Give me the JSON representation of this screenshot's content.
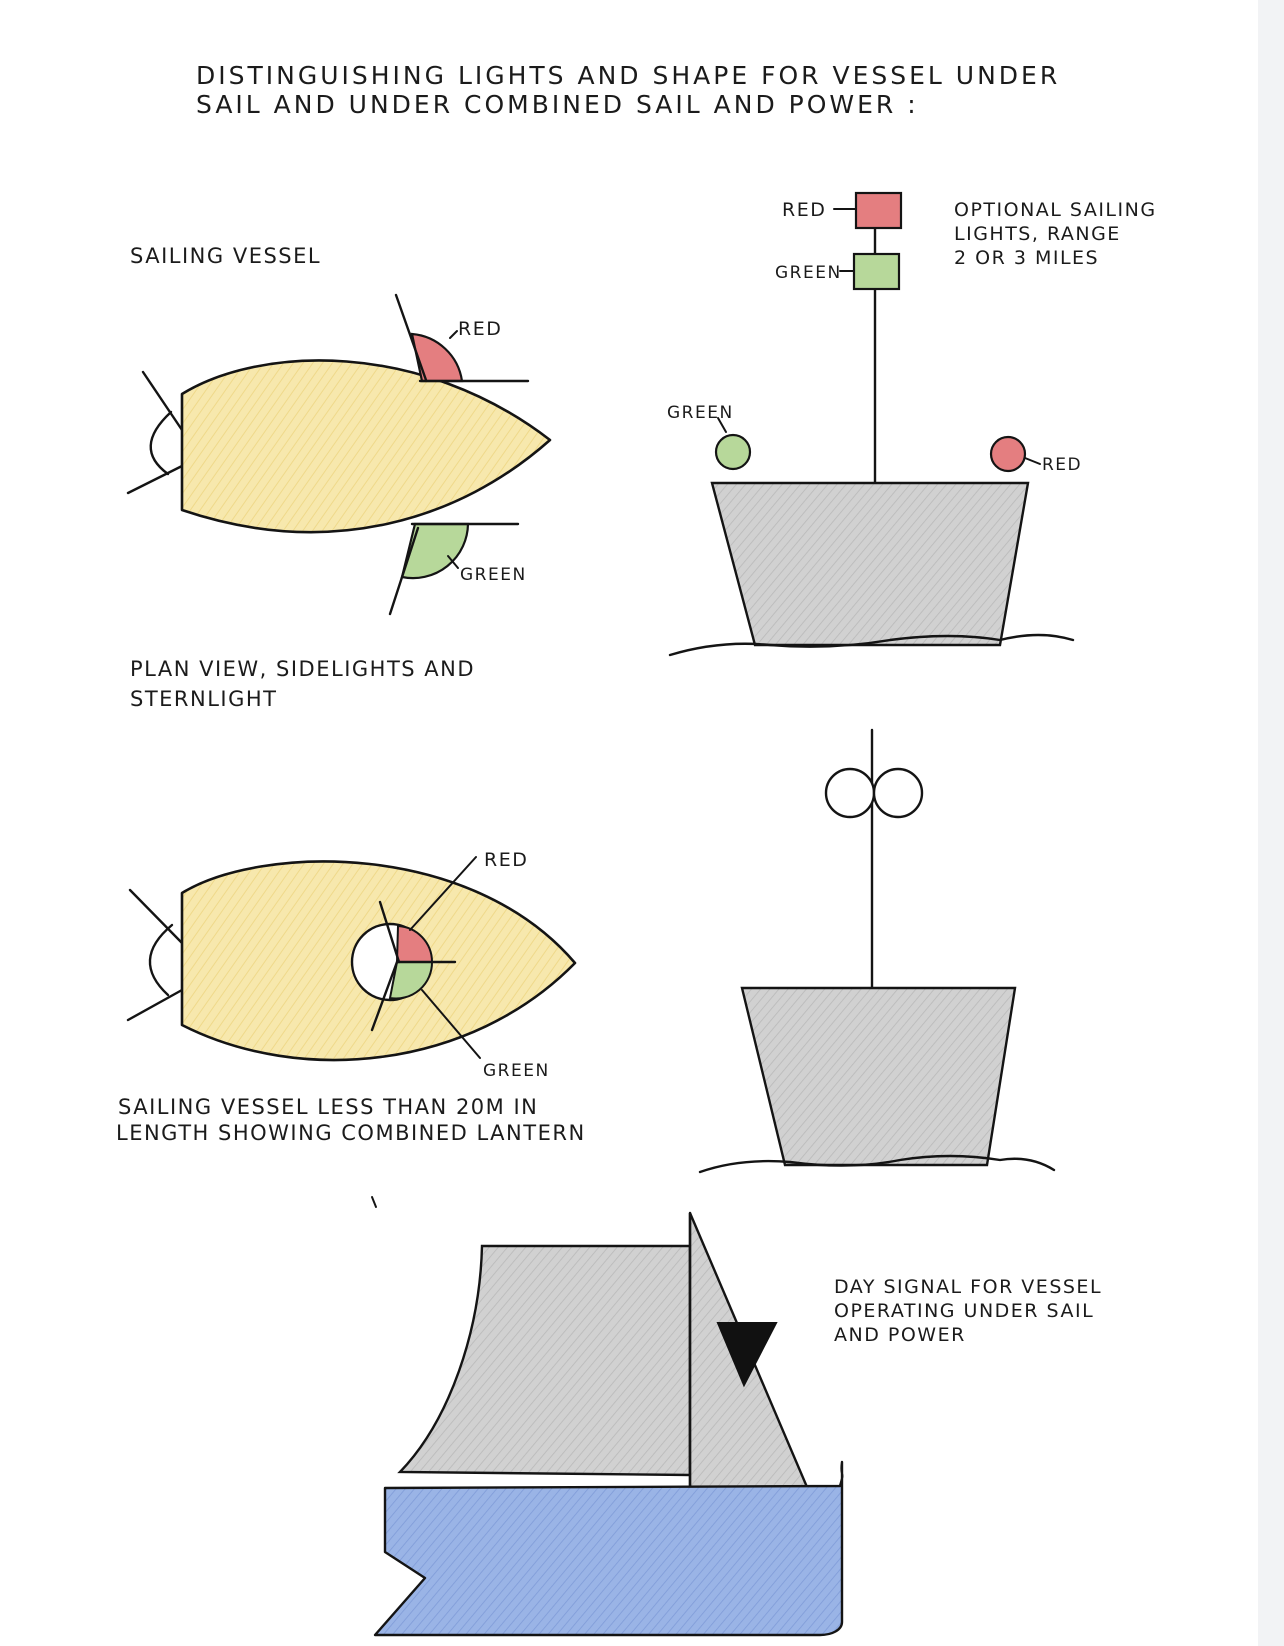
{
  "title": {
    "line1": "DISTINGUISHING LIGHTS AND SHAPE FOR VESSEL UNDER",
    "line2": "SAIL AND UNDER COMBINED SAIL AND POWER :"
  },
  "panel_plan_view": {
    "heading": "SAILING VESSEL",
    "label_red": "RED",
    "label_green": "GREEN",
    "caption_line1": "PLAN VIEW, SIDELIGHTS AND",
    "caption_line2": "STERNLIGHT"
  },
  "panel_front_view": {
    "mast_label_red": "RED",
    "mast_label_green": "GREEN",
    "note_line1": "OPTIONAL SAILING",
    "note_line2": "LIGHTS, RANGE",
    "note_line3": "2 OR 3 MILES",
    "side_label_green": "GREEN",
    "side_label_red": "RED"
  },
  "panel_combined_lantern": {
    "label_red": "RED",
    "label_green": "GREEN",
    "caption_line1": "SAILING VESSEL LESS THAN 20M IN",
    "caption_line2": "LENGTH SHOWING COMBINED LANTERN"
  },
  "panel_day_signal": {
    "note_line1": "DAY SIGNAL FOR VESSEL",
    "note_line2": "OPERATING UNDER SAIL",
    "note_line3": "AND POWER"
  },
  "colors": {
    "hull_yellow": "#f6e7a9",
    "red_light": "#e47e80",
    "green_light": "#b7d89a",
    "grey_hull": "#cdcdcd",
    "grey_sail": "#c9c9c9",
    "blue_hull": "#93aee2",
    "ink": "#141414"
  }
}
